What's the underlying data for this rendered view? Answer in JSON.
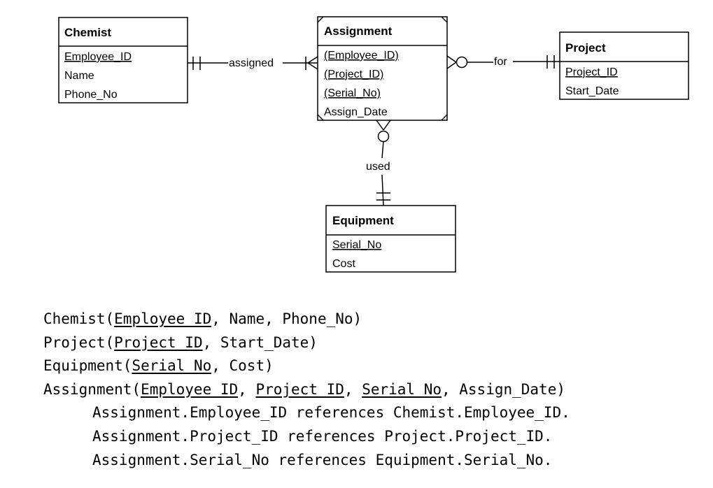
{
  "diagram": {
    "entities": {
      "chemist": {
        "title": "Chemist",
        "attrs": [
          "Employee_ID",
          "Name",
          "Phone_No"
        ]
      },
      "assignment": {
        "title": "Assignment",
        "attrs": [
          "(Employee_ID)",
          "(Project_ID)",
          "(Serial_No)",
          "Assign_Date"
        ]
      },
      "project": {
        "title": "Project",
        "attrs": [
          "Project_ID",
          "Start_Date"
        ]
      },
      "equipment": {
        "title": "Equipment",
        "attrs": [
          "Serial_No",
          "Cost"
        ]
      }
    },
    "relationships": {
      "assigned": "assigned",
      "for": "for",
      "used": "used"
    }
  },
  "schema": {
    "chemist": {
      "name": "Chemist(",
      "pk": "Employee_ID",
      "rest": ", Name, Phone_No)"
    },
    "project": {
      "name": "Project(",
      "pk": "Project_ID",
      "rest": ", Start_Date)"
    },
    "equipment": {
      "name": "Equipment(",
      "pk": "Serial_No",
      "rest": ", Cost)"
    },
    "assignment": {
      "name": "Assignment(",
      "pk1": "Employee_ID",
      "sep1": ", ",
      "pk2": "Project_ID",
      "sep2": ", ",
      "pk3": "Serial_No",
      "rest": ", Assign_Date)"
    },
    "fk": [
      "Assignment.Employee_ID references Chemist.Employee_ID.",
      "Assignment.Project_ID references Project.Project_ID.",
      "Assignment.Serial_No references Equipment.Serial_No."
    ]
  }
}
